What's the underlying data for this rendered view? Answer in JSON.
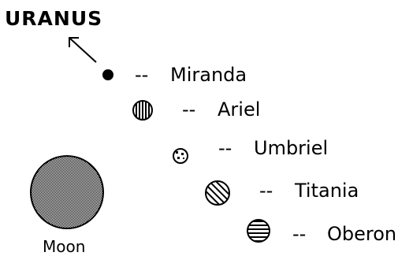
{
  "title": "URANUS",
  "label_prefix": "--",
  "moons": [
    {
      "name": "Miranda"
    },
    {
      "name": "Ariel"
    },
    {
      "name": "Umbriel"
    },
    {
      "name": "Titania"
    },
    {
      "name": "Oberon"
    }
  ],
  "reference": {
    "name": "Moon"
  }
}
